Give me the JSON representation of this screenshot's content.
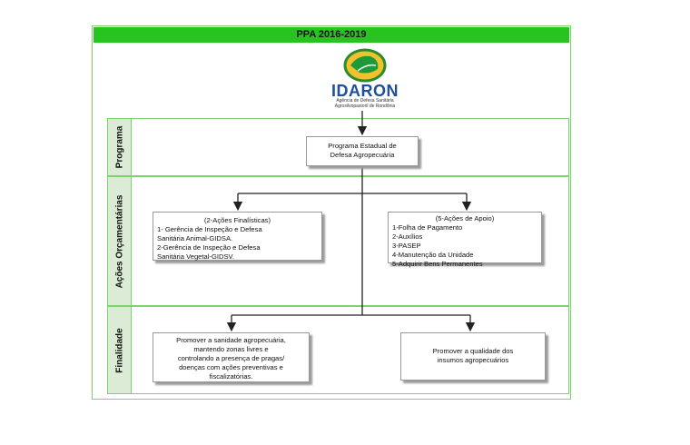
{
  "title": "PPA 2016-2019",
  "logo": {
    "name": "IDARON",
    "subtitle_lines": [
      "Agência de Defesa Sanitária",
      "Agrosilvopastoril de Rondônia"
    ]
  },
  "lanes": {
    "programa": "Programa",
    "acoes": "Ações Orçamentárias",
    "finalidade": "Finalidade"
  },
  "boxes": {
    "programa": [
      "Programa Estadual de",
      "Defesa Agropecuária"
    ],
    "finalisticas": [
      "(2-Ações Finalísticas)",
      "1- Gerência de Inspeção e Defesa",
      "Sanitária Animal-GIDSA.",
      "2-Gerência de Inspeção e Defesa",
      "Sanitária Vegetal-GIDSV."
    ],
    "apoio": [
      "(5-Ações de Apoio)",
      "1-Folha de Pagamento",
      "2-Auxílios",
      "3-PASEP",
      "4-Manutenção da Unidade",
      "5-Adquirir Bens Permanentes"
    ],
    "finalidade_left": [
      "Promover a sanidade agropecuária,",
      "mantendo zonas livres e",
      "controlando a presença de pragas/",
      "doenças com ações preventivas e",
      "fiscalizatórias."
    ],
    "finalidade_right": [
      "Promover a qualidade dos",
      "insumos agropecuários"
    ]
  },
  "colors": {
    "header_green": "#27c41f",
    "border_green": "#7ad46a",
    "lane_label_bg": "#dcebd6",
    "logo_blue": "#1f4f9b"
  }
}
